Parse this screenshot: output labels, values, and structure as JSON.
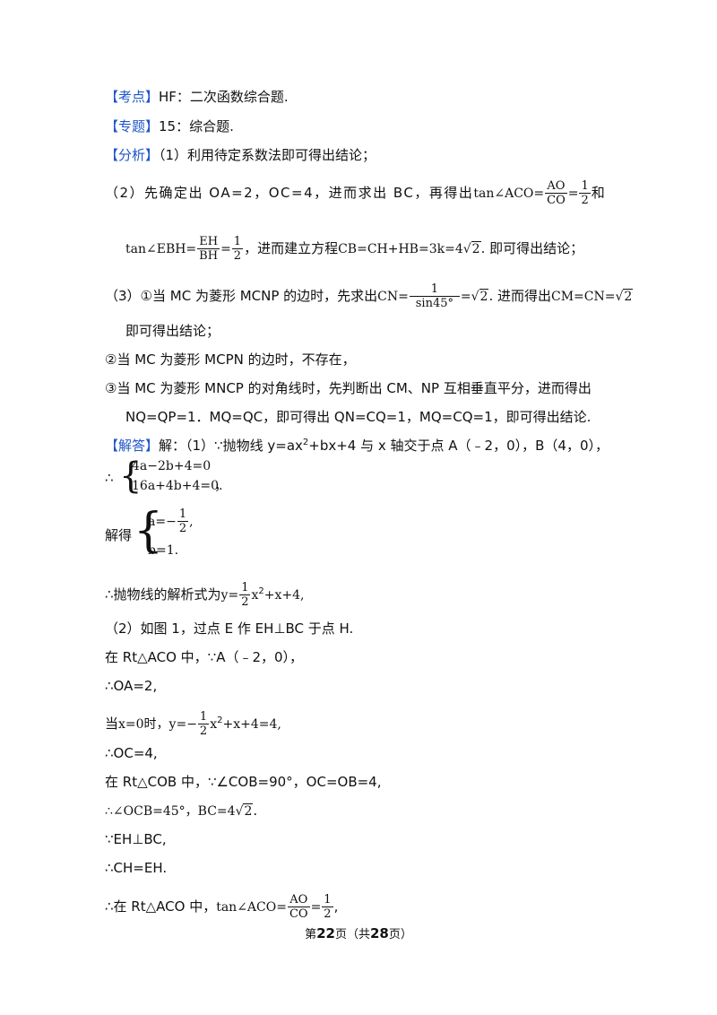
{
  "header": {
    "kaodian_tag": "【考点】",
    "kaodian_text": "HF：二次函数综合题.",
    "zhuanti_tag": "【专题】",
    "zhuanti_text": "15：综合题.",
    "fenxi_tag": "【分析】",
    "fenxi_text": "（1）利用待定系数法即可得出结论；"
  },
  "analysis": {
    "p2_a": "（2）先确定出 OA=2，OC=4，进而求出 BC，再得出",
    "p2_tan": "tan∠ACO=",
    "frac_ao": "AO",
    "frac_co": "CO",
    "eq": "=",
    "half_num": "1",
    "half_den": "2",
    "p2_and": "和",
    "p2b_tan": "tan∠EBH=",
    "frac_eh": "EH",
    "frac_bh": "BH",
    "p2b_mid": "，进而建立方程",
    "p2b_eq": "CB=CH+HB=3k=4",
    "two": "2",
    "p2b_end": ". 即可得出结论；",
    "p3_a": "（3）①当 MC 为菱形 MCNP 的边时，先求出",
    "p3_cn": "CN=",
    "frac_one": "1",
    "frac_sin": "sin45°",
    "p3_eq": "=",
    "p3_mid": ". 进而得出",
    "p3_cm": "CM=CN=",
    "p3_cont": "即可得出结论；",
    "p4": "②当 MC 为菱形 MCPN 的边时，不存在，",
    "p5": "③当 MC 为菱形 MNCP 的对角线时，先判断出 CM、NP 互相垂直平分，进而得出",
    "p5b": "NQ=QP=1．MQ=QC，即可得出 QN=CQ=1，MQ=CQ=1，即可得出结论."
  },
  "solution": {
    "jieda_tag": "【解答】",
    "s1_a": "解：（1）∵抛物线 y=ax",
    "s1_sup": "2",
    "s1_b": "+bx+4 与 x 轴交于点 A（﹣2，0），B（4，0），",
    "therefore": "∴",
    "sys1_row1": "4a−2b+4=0",
    "sys1_row2": "16a+4b+4=0.",
    "comma": "，",
    "jiede": "解得",
    "sys2_a": "a=−",
    "sys2_comma": ",",
    "sys2_b": "b=1.",
    "s1_result_a": "∴抛物线的解析式为",
    "s1_result_y": "y=",
    "s1_result_x": "x",
    "s1_result_rest": "+x+4,",
    "s2_a": "（2）如图 1，过点 E 作 EH⊥BC 于点 H.",
    "s2_b": "在 Rt△ACO 中，∵A（﹣2，0），",
    "s2_c": "∴OA=2,",
    "s2_d_a": "当",
    "s2_d_b": "x=0时，y=−",
    "s2_d_c": "x",
    "s2_d_d": "+x+4=4,",
    "s2_e": "∴OC=4,",
    "s2_f": "在 Rt△COB 中，∵∠COB=90°，OC=OB=4,",
    "s2_g_a": "∴∠OCB=45°，BC=4",
    "s2_g_b": ".",
    "s2_h": "∵EH⊥BC,",
    "s2_i": "∴CH=EH.",
    "s2_j_a": "∴在 Rt△ACO 中，",
    "s2_j_b": "tan∠ACO=",
    "s2_j_c": ","
  },
  "footer": {
    "di": "第",
    "page": "22",
    "ye": "页（共",
    "total": "28",
    "ye2": "页）"
  }
}
